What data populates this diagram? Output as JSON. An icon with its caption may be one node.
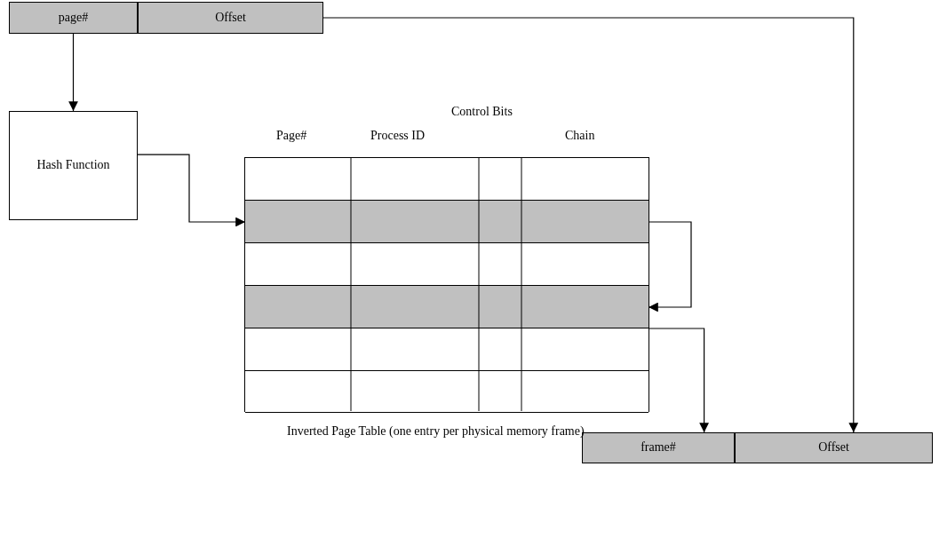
{
  "diagram": {
    "nodes": [
      {
        "text": [
          "page#"
        ]
      },
      {
        "text": [
          "Offset"
        ]
      },
      {
        "text": [
          "Hash Function"
        ]
      },
      {
        "text": [],
        "shape": "box"
      },
      {
        "text": [],
        "shape": "bar",
        "in": 3
      },
      {
        "text": [],
        "shape": "bar",
        "in": 3
      },
      {
        "text": [],
        "shape": "bar",
        "in": 3
      },
      {
        "text": [],
        "shape": "bar",
        "in": 3
      },
      {
        "text": [],
        "shape": "bar",
        "in": 3
      },
      {
        "text": [],
        "shape": "bar",
        "in": 3
      },
      {
        "text": [
          "frame#"
        ]
      },
      {
        "text": [
          "Offset"
        ]
      }
    ],
    "edges": [
      {
        "from": 0,
        "to": 2,
        "arrow": "to"
      },
      {
        "from": 1,
        "to": 11,
        "arrow": "to"
      },
      {
        "from": 2,
        "to": 5,
        "arrow": "to"
      },
      {
        "from": 5,
        "to": 7,
        "arrow": "to"
      },
      {
        "from": 7,
        "to": 10,
        "arrow": "to"
      }
    ],
    "labels": [
      "Control Bits",
      "Page#",
      "Process ID",
      "Chain",
      "Inverted Page Table (one entry per physical memory frame)"
    ]
  }
}
